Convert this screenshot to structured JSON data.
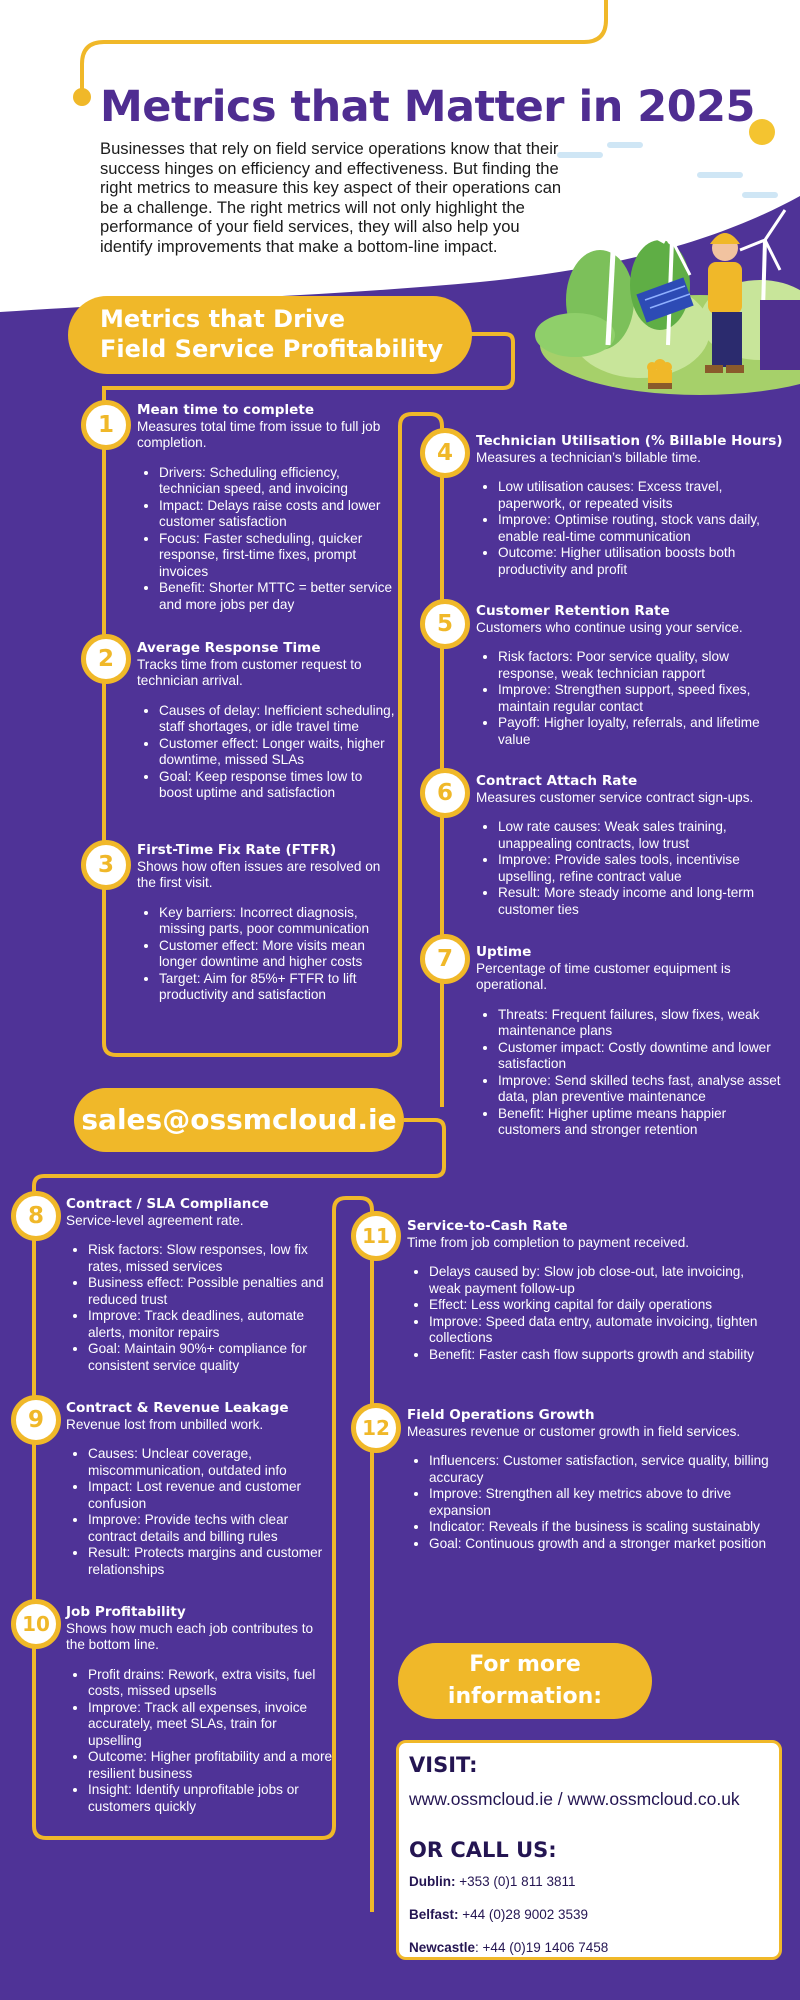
{
  "title": "Metrics that Matter in 2025",
  "intro": "Businesses that rely on field service operations know that their success hinges on efficiency and effectiveness. But finding the right metrics to measure this key aspect of their operations can be a challenge. The right metrics will not only highlight the performance of your field services, they will also help you identify improvements that make a bottom-line impact.",
  "section_title_line1": "Metrics that Drive",
  "section_title_line2": "Field Service Profitability",
  "email": "sales@ossmcloud.ie",
  "more_info_line1": "For more",
  "more_info_line2": "information:",
  "colors": {
    "purple": "#4f3397",
    "yellow": "#f0b829",
    "title": "#4f2d91"
  },
  "metrics": [
    {
      "number": "1",
      "title": "Mean time to complete",
      "desc": "Measures total time from issue to full job completion.",
      "bullets": [
        "Drivers: Scheduling efficiency, technician speed, and invoicing",
        "Impact: Delays raise costs and lower customer satisfaction",
        "Focus: Faster scheduling, quicker response, first-time fixes, prompt invoices",
        "Benefit: Shorter MTTC = better service and more jobs per day"
      ]
    },
    {
      "number": "2",
      "title": "Average Response Time",
      "desc": "Tracks time from customer request to technician arrival.",
      "bullets": [
        "Causes of delay: Inefficient scheduling, staff shortages, or idle travel time",
        "Customer effect: Longer waits, higher downtime, missed SLAs",
        "Goal: Keep response times low to boost uptime and satisfaction"
      ]
    },
    {
      "number": "3",
      "title": "First-Time Fix Rate (FTFR)",
      "desc": "Shows how often issues are resolved on the first visit.",
      "bullets": [
        "Key barriers: Incorrect diagnosis, missing parts, poor communication",
        "Customer effect: More visits mean longer downtime and higher costs",
        "Target: Aim for 85%+ FTFR to lift productivity and satisfaction"
      ]
    },
    {
      "number": "4",
      "title": "Technician Utilisation (% Billable Hours)",
      "desc": "Measures a technician’s billable time.",
      "bullets": [
        "Low utilisation causes: Excess travel, paperwork, or repeated visits",
        "Improve: Optimise routing, stock vans daily, enable real-time communication",
        "Outcome: Higher utilisation boosts both productivity and profit"
      ]
    },
    {
      "number": "5",
      "title": "Customer Retention Rate",
      "desc": "Customers who continue using your service.",
      "bullets": [
        "Risk factors: Poor service quality, slow response, weak technician rapport",
        "Improve: Strengthen support, speed fixes, maintain regular contact",
        "Payoff: Higher loyalty, referrals, and lifetime value"
      ]
    },
    {
      "number": "6",
      "title": "Contract Attach Rate",
      "desc": "Measures customer service contract sign-ups.",
      "bullets": [
        "Low rate causes: Weak sales training, unappealing contracts, low trust",
        "Improve: Provide sales tools, incentivise upselling, refine contract value",
        "Result: More steady income and long-term customer ties"
      ]
    },
    {
      "number": "7",
      "title": "Uptime",
      "desc": "Percentage of time customer equipment is operational.",
      "bullets": [
        "Threats: Frequent failures, slow fixes, weak maintenance plans",
        "Customer impact: Costly downtime and lower satisfaction",
        "Improve: Send skilled techs fast, analyse asset data, plan preventive maintenance",
        "Benefit: Higher uptime means happier customers and stronger retention"
      ]
    },
    {
      "number": "8",
      "title": "Contract / SLA Compliance",
      "desc": "Service-level agreement rate.",
      "bullets": [
        "Risk factors: Slow responses, low fix rates, missed services",
        "Business effect: Possible penalties and reduced trust",
        "Improve: Track deadlines, automate alerts, monitor repairs",
        "Goal: Maintain 90%+ compliance for consistent service quality"
      ]
    },
    {
      "number": "9",
      "title": "Contract & Revenue Leakage",
      "desc": "Revenue lost from unbilled work.",
      "bullets": [
        "Causes: Unclear coverage, miscommunication, outdated info",
        "Impact: Lost revenue and customer confusion",
        "Improve: Provide techs with clear contract details and billing rules",
        "Result: Protects margins and customer relationships"
      ]
    },
    {
      "number": "10",
      "title": "Job Profitability",
      "desc": "Shows how much each job contributes to the bottom line.",
      "bullets": [
        "Profit drains: Rework, extra visits, fuel costs, missed upsells",
        "Improve: Track all expenses, invoice accurately, meet SLAs, train for upselling",
        "Outcome: Higher profitability and a more resilient business",
        "Insight: Identify unprofitable jobs or customers quickly"
      ]
    },
    {
      "number": "11",
      "title": "Service-to-Cash Rate",
      "desc": "Time from job completion to payment received.",
      "bullets": [
        "Delays caused by: Slow job close-out, late invoicing, weak payment follow-up",
        "Effect: Less working capital for daily operations",
        "Improve: Speed data entry, automate invoicing, tighten collections",
        "Benefit: Faster cash flow supports growth and stability"
      ]
    },
    {
      "number": "12",
      "title": "Field Operations Growth",
      "desc": "Measures revenue or customer growth in field services.",
      "bullets": [
        "Influencers: Customer satisfaction, service quality, billing accuracy",
        "Improve: Strengthen all key metrics above to drive expansion",
        "Indicator: Reveals if the business is scaling sustainably",
        "Goal: Continuous growth and a stronger market position"
      ]
    }
  ],
  "contact": {
    "visit_label": "VISIT:",
    "websites": "www.ossmcloud.ie / www.ossmcloud.co.uk",
    "call_label": "OR CALL US:",
    "phones": [
      {
        "city": "Dublin:",
        "number": "+353 (0)1 811 3811"
      },
      {
        "city": "Belfast:",
        "number": "+44 (0)28 9002 3539"
      },
      {
        "city": "Newcastle",
        "number": ": +44 (0)19 1406 7458"
      }
    ]
  }
}
